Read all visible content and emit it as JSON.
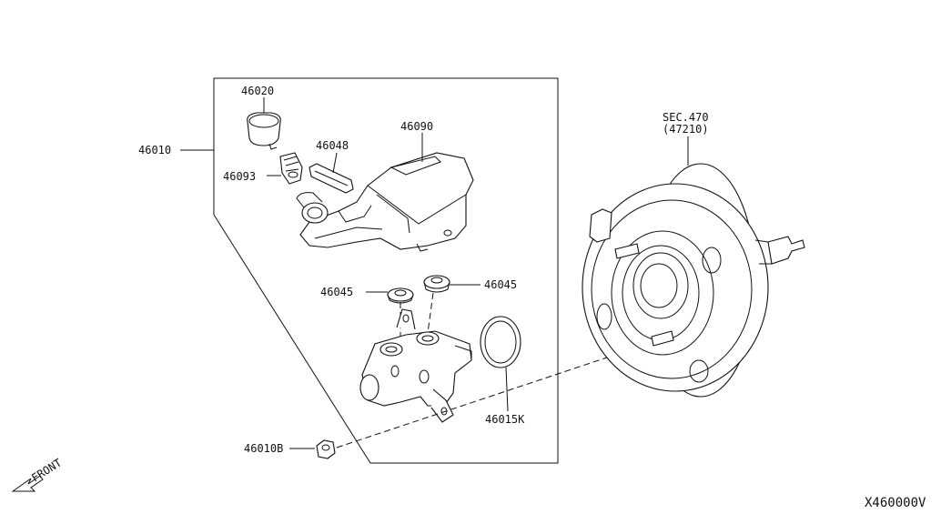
{
  "diagram": {
    "labels": {
      "p46020": "46020",
      "p46010": "46010",
      "p46048": "46048",
      "p46090": "46090",
      "p46093": "46093",
      "p46045_left": "46045",
      "p46045_right": "46045",
      "p46015k": "46015K",
      "p46010b": "46010B",
      "sec_ref": "SEC.470",
      "sec_sub": "(47210)",
      "front": "FRONT",
      "diagram_code": "X460000V"
    }
  }
}
